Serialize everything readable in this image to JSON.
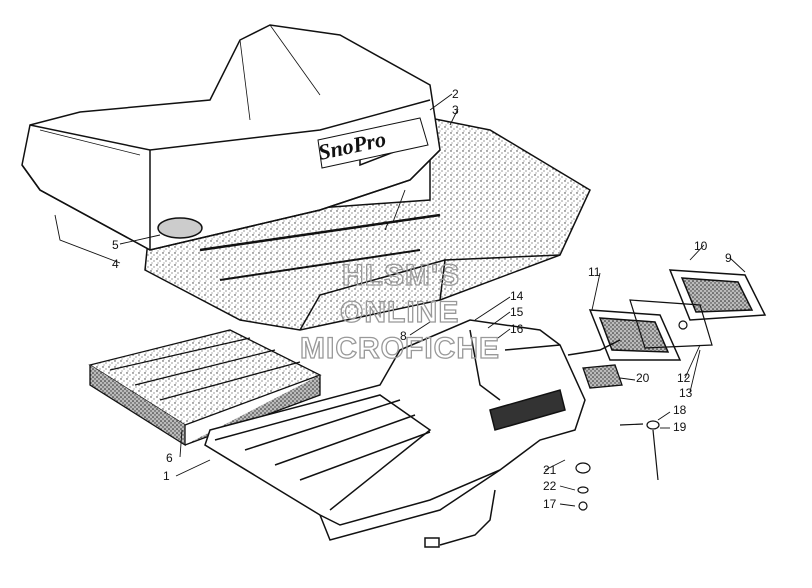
{
  "diagram": {
    "callouts": [
      "1",
      "2",
      "3",
      "4",
      "5",
      "6",
      "7",
      "8",
      "9",
      "10",
      "11",
      "12",
      "13",
      "14",
      "15",
      "16",
      "17",
      "18",
      "19",
      "20",
      "21",
      "22"
    ],
    "watermark": [
      "HLSM'S",
      "ONLINE",
      "MICROFICHE"
    ],
    "logo_text": "SnoPro"
  }
}
